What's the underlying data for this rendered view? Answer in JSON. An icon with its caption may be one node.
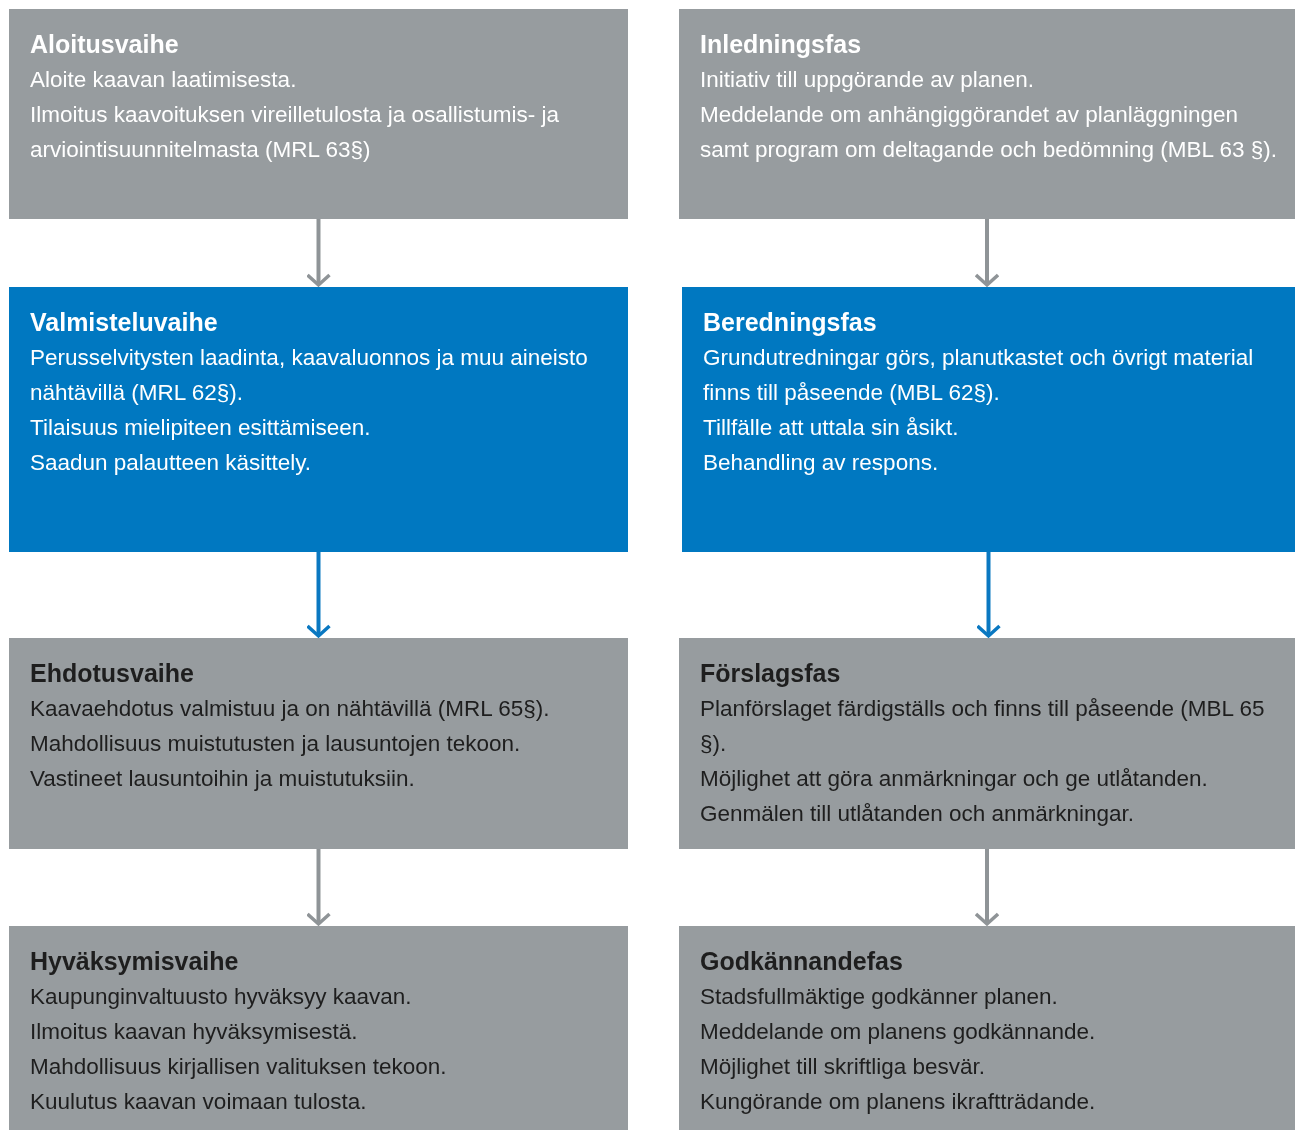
{
  "diagram": {
    "nodes": [
      {
        "text": [
          "Aloitusvaihe",
          "Aloite kaavan laatimisesta.",
          "Ilmoitus kaavoituksen vireilletulosta ja osallistumis- ja arviointisuunnitelmasta (MRL 63§)"
        ]
      },
      {
        "text": [
          "Inledningsfas",
          "Initiativ till uppgörande av planen.",
          "Meddelande om anhängiggörandet av planläggningen samt program om deltagande och bedömning (MBL 63 §)."
        ]
      },
      {
        "text": [
          "Valmisteluvaihe",
          "Perusselvitysten laadinta, kaavaluonnos ja muu aineisto nähtävillä (MRL 62§).",
          "Tilaisuus mielipiteen esittämiseen.",
          "Saadun palautteen käsittely."
        ]
      },
      {
        "text": [
          "Beredningsfas",
          "Grundutredningar görs, planutkastet och övrigt material finns till påseende (MBL 62§).",
          "Tillfälle att uttala sin åsikt.",
          "Behandling av respons."
        ]
      },
      {
        "text": [
          "Ehdotusvaihe",
          "Kaavaehdotus valmistuu ja on nähtävillä (MRL 65§).",
          "Mahdollisuus muistutusten ja lausuntojen tekoon.",
          "Vastineet lausuntoihin ja muistutuksiin."
        ]
      },
      {
        "text": [
          "Förslagsfas",
          "Planförslaget färdigställs och finns till påseende (MBL 65 §).",
          "Möjlighet att göra anmärkningar och ge utlåtanden.",
          "Genmälen till utlåtanden och anmärkningar."
        ]
      },
      {
        "text": [
          "Hyväksymisvaihe",
          "Kaupunginvaltuusto hyväksyy kaavan.",
          "Ilmoitus kaavan hyväksymisestä.",
          "Mahdollisuus kirjallisen valituksen tekoon.",
          "Kuulutus kaavan voimaan tulosta."
        ]
      },
      {
        "text": [
          "Godkännandefas",
          "Stadsfullmäktige godkänner planen.",
          "Meddelande om planens godkännande.",
          "Möjlighet till skriftliga besvär.",
          "Kungörande om planens ikraftträdande."
        ]
      }
    ],
    "edges": [
      {
        "from": 0,
        "to": 2,
        "arrow": "to"
      },
      {
        "from": 2,
        "to": 4,
        "arrow": "to",
        "color": "#0a78c1"
      },
      {
        "from": 4,
        "to": 6,
        "arrow": "to"
      },
      {
        "from": 1,
        "to": 3,
        "arrow": "to"
      },
      {
        "from": 3,
        "to": 5,
        "arrow": "to",
        "color": "#0a78c1"
      },
      {
        "from": 5,
        "to": 7,
        "arrow": "to"
      }
    ]
  }
}
